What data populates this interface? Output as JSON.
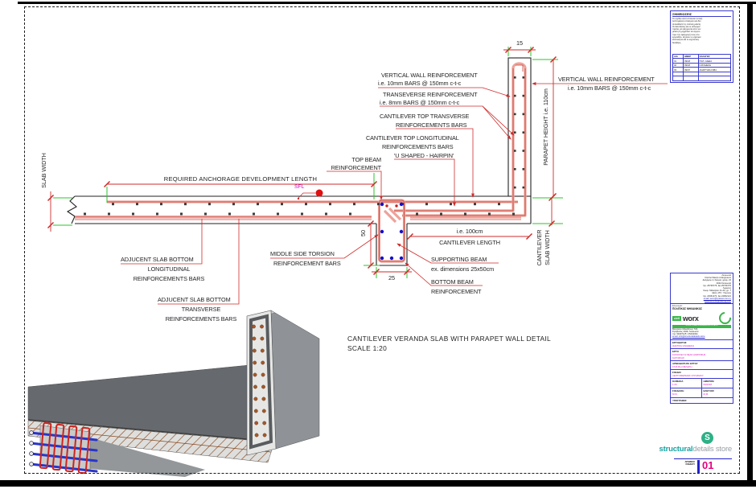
{
  "colors": {
    "dim_red": "#cf2b2b",
    "ext_green": "#2bc42b",
    "rebar_pink": "#eda29a",
    "sfl_magenta": "#cc00cc",
    "brand_teal": "#17a2a2",
    "brand_green": "#3bb54a",
    "number_magenta": "#e6007e",
    "block_blue": "#2a2ac8"
  },
  "drawing": {
    "dims": {
      "d15": "15",
      "d50": "50",
      "d25": "25",
      "parapet_height": "PARAPET HEIGHT i.e. 110cm",
      "slab_width": "SLAB WIDTH",
      "cant_len_1": "i.e. 100cm",
      "cant_len_2": "CANTILEVER LENGTH",
      "cant_sw_1": "CANTILEVER",
      "cant_sw_2": "SLAB WIDTH",
      "anchorage": "REQUIRED ANCHORAGE DEVELOPMENT LENGTH",
      "sfl": "SFL"
    },
    "labels": {
      "vwl1": "VERTICAL WALL REINFORCEMENT",
      "vwl2": "i.e. 10mm BARS @ 150mm c-t-c",
      "tr1": "TRANSEVERSE REINFORCEMENT",
      "tr2": "i.e. 8mm BARS @ 150mm c-t-c",
      "ctt1": "CANTILEVER TOP TRANSVERSE",
      "ctt2": "REINFORCEMENTS BARS",
      "ctl1": "CANTILEVER TOP LONGITUDINAL",
      "ctl2": "REINFORCEMENTS BARS",
      "ctl3": "'U SHAPED - HAIRPIN'",
      "tb1": "TOP BEAM",
      "tb2": "REINFORCEMENT",
      "vwr1": "VERTICAL WALL REINFORCEMENT",
      "vwr2": "i.e. 10mm BARS @ 150mm c-t-c",
      "adl1": "ADJUCENT SLAB BOTTOM",
      "adl2": "LONGITUDINAL",
      "adl3": "REINFORCEMENTS BARS",
      "adt1": "ADJUCENT SLAB BOTTOM",
      "adt2": "TRANSVERSE",
      "adt3": "REINFORCEMENTS BARS",
      "mt1": "MIDDLE SIDE TORSION",
      "mt2": "REINFORCEMENT BARS",
      "sb1": "SUPPORTING BEAM",
      "sb2": "ex. dimensions 25x50cm",
      "bb1": "BOTTOM BEAM",
      "bb2": "REINFORCEMENT"
    },
    "title": {
      "line1": "CANTILEVER VERANDA SLAB WITH PARAPET WALL DETAIL",
      "line2": "SCALE 1:20"
    }
  },
  "notes": {
    "header": "ΣΗΜΕΙΩΣΕΙΣ",
    "lines": [
      "Το σχέδιο αυτό αποτελεί τυπική",
      "λεπτομέρεια οπλισμού και δεν",
      "αντικαθιστά τη στατική μελέτη.",
      "Οι διαστάσεις και οι οπλισμοί",
      "πρέπει να ελέγχονται από τον",
      "μελετητή μηχανικό του έργου",
      "πριν την εφαρμογή τους στο",
      "εργοτάξιο. Ισχύουν οι σχετικοί",
      "κανονισμοί και οι ισχύουσες",
      "διατάξεις."
    ],
    "table": {
      "headers": [
        "Α/Α",
        "ΗΜΕΡ",
        "ΑΛΛΑΓΕΣ"
      ],
      "rows": [
        [
          "01",
          "09/18",
          "ΠΟΛ. ΑΔΕΙΑ"
        ],
        [
          "02",
          "09/18",
          "ΚΑΤΑΘΕΣΗ"
        ],
        [
          "03",
          "09/07",
          "ΑΝΑΡΤΗΣΗ ΝΒ4"
        ]
      ]
    }
  },
  "titleblock": {
    "address1": [
      "Λευκωσία",
      "Civil Architects & Engineers",
      "Διαγόρου 4, Κέρμια, γραφ. 23",
      "3042 Λευκωσία",
      "τηλ. 25735775, fax 25736775",
      "Λεμεσός",
      "Λεωφ. Μακαρίου 41-43, γρ. 7",
      "Θέση 157, Ύψωνας",
      "τηλ. 24961270, fax 24962121"
    ],
    "links1": [
      "email: worx@cytanet.com.cy",
      "www.worx-engineering.com"
    ],
    "firm_label": "Επωνυμία:",
    "firm": "ΠΟΛΙΤΙΚΟΣ ΜΗΧΑΝΙΚΟΣ",
    "logo_green": "civil",
    "logo_text": "worx",
    "logo_bar": "STRUCTURAL ENGINEERING DETAILS",
    "address2": [
      "Βασιλείου Μακεδόνος 73Α",
      "Στρόβολος 2049, Λευκωσία",
      "τηλ. 99497125 / 25434334"
    ],
    "links2": [
      "email: info@structuraldetails.store"
    ],
    "sections": {
      "ergodotis_label": "ΕΡΓΟΔΟΤΗΣ",
      "ergodotis": "ΙΔΙΩΤΙΚΗ ΑΝΑΘΕΣΗ",
      "ergo_label": "ΕΡΓΟ",
      "ergo1": "ΚΑΤΑΣΚΕΥΗ ΝΕΑΣ ΔΙΩΡΟΦΗΣ",
      "ergo2": "ΚΑΤΟΙΚΙΑΣ",
      "armodiotita_label": "ΑΡΜΟΔΙΟΤΗΤΑ ΕΡΓΟΥ",
      "armodiotita": "ΣΤΑΤΙΚΗ ΜΕΛΕΤΗ",
      "sxedio_label": "ΣΧΕΔΙΟ",
      "sxedio": "ΛΕΠΤΟΜΕΡΕΙΕΣ ΟΠΛΙΣΜΟΥ",
      "klimaka_label": "ΚΛΙΜΑΚΑ",
      "klimaka": "1:20",
      "imerom_label": "ΗΜΕΡΟΜ",
      "imerom": "09/2018",
      "sxediasi_label": "ΣΧΕΔΙΑΣΗ",
      "sxediasi": "Μ.Μ.",
      "elegxos_label": "ΕΛΕΓΧΟΣ",
      "elegxos": "Μ.Μ.",
      "ypografes_label": "ΥΠΟΓΡΑΦΕΣ"
    }
  },
  "brand": {
    "s": "S",
    "structural": "structural",
    "details": "details store",
    "num_label1": "ΑΡΙΘΜΟΣ",
    "num_label2": "ΣΧΕΔΙΟΥ",
    "number": "01"
  }
}
